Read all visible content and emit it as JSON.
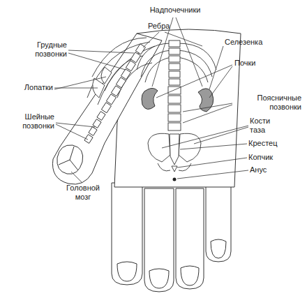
{
  "diagram": {
    "labels": [
      "Надпочечники",
      "Ребра",
      "Селезенка",
      "Грудные позвонки",
      "Почки",
      "Лопатки",
      "Поясничные позвонки",
      "Шейные позвонки",
      "Кости таза",
      "Крестец",
      "Копчик",
      "Анус",
      "Головной мозг"
    ]
  }
}
